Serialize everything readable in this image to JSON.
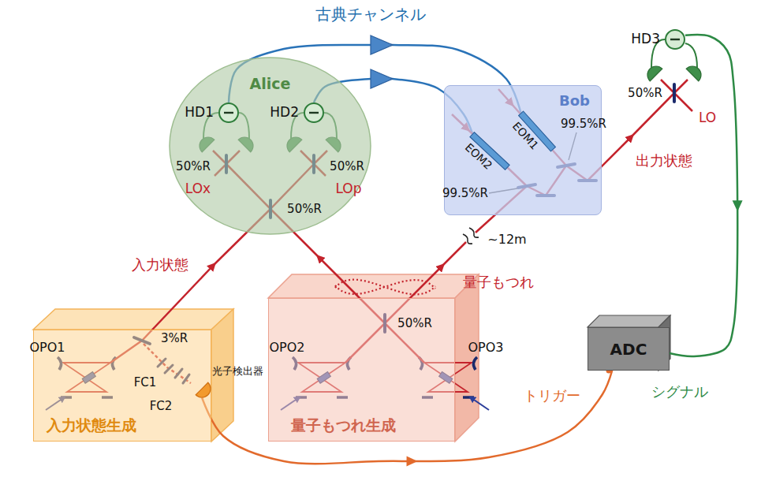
{
  "diagram": {
    "nodes": [
      {
        "text": [
          "Alice"
        ]
      },
      {
        "text": [
          "HD1"
        ],
        "in": 0
      },
      {
        "text": [
          "HD2"
        ],
        "in": 0
      },
      {
        "text": [
          "Bob"
        ]
      },
      {
        "text": [
          "EOM1"
        ],
        "in": 3
      },
      {
        "text": [
          "EOM2"
        ],
        "in": 3
      },
      {
        "text": [
          "HD3"
        ]
      },
      {
        "text": [
          "入力状態生成"
        ]
      },
      {
        "text": [
          "光子検出器"
        ],
        "in": 7
      },
      {
        "text": [
          "量子もつれ生成"
        ]
      },
      {
        "text": [
          "ADC"
        ]
      }
    ],
    "edges": [
      {
        "from": 1,
        "to": 4,
        "arrow": "none"
      },
      {
        "from": 2,
        "to": 5,
        "arrow": "none"
      },
      {
        "from": 6,
        "to": 10,
        "arrow": "to",
        "label": "シグナル"
      },
      {
        "from": 8,
        "to": 10,
        "arrow": "to",
        "label": "トリガー"
      }
    ],
    "labels": [
      "古典チャンネル",
      "50%R",
      "50%R",
      "LOx",
      "LOp",
      "50%R",
      "99.5%R",
      "99.5%R",
      "~12m",
      "50%R",
      "LO",
      "出力状態",
      "入力状態",
      "量子もつれ",
      "OPO1",
      "3%R",
      "FC1",
      "FC2",
      "OPO2",
      "50%R",
      "OPO3"
    ]
  }
}
